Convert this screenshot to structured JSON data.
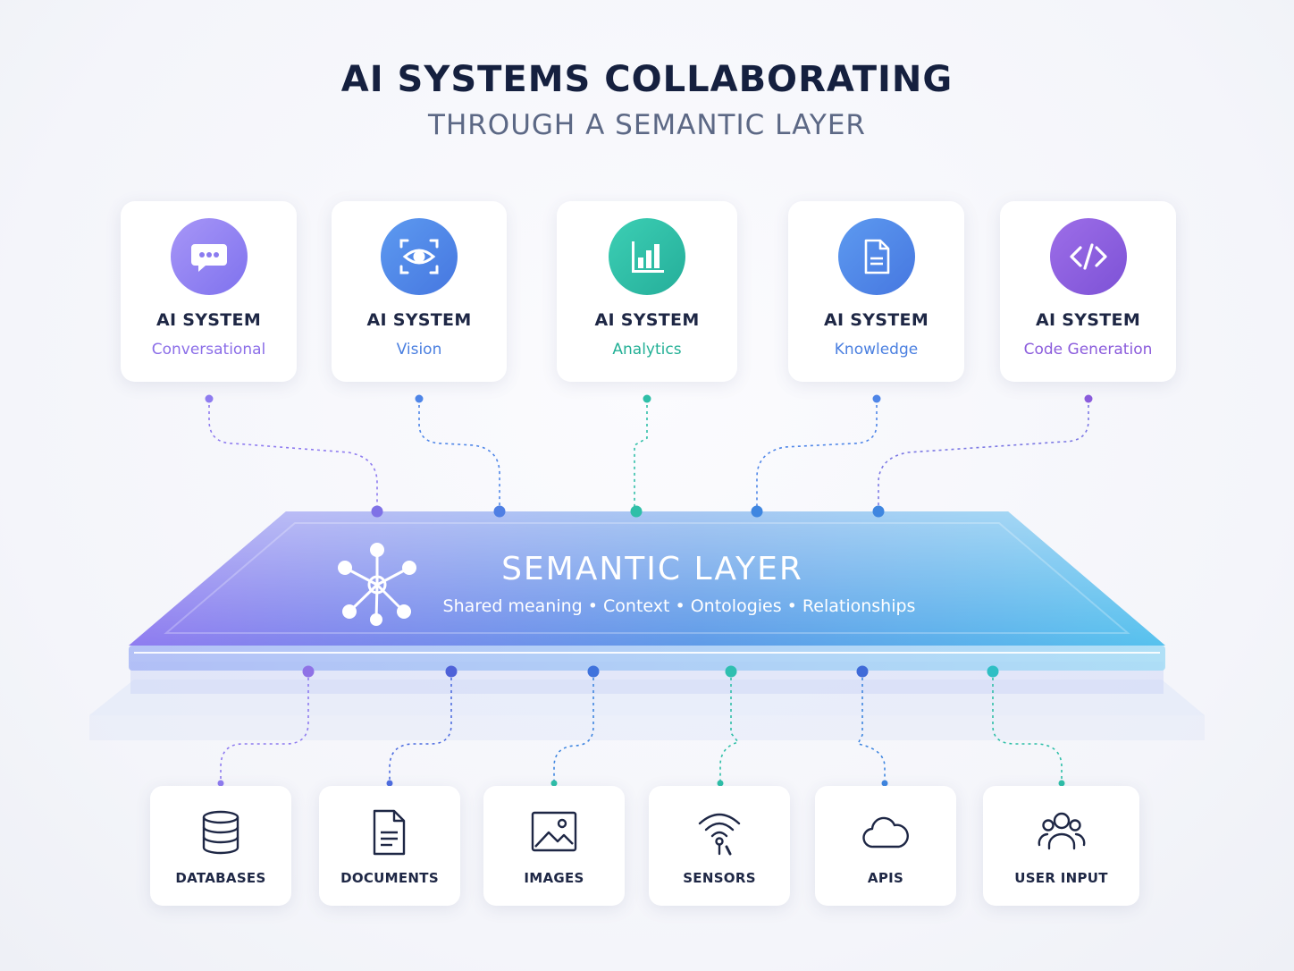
{
  "header": {
    "title": "AI SYSTEMS COLLABORATING",
    "subtitle": "THROUGH A SEMANTIC LAYER"
  },
  "ai_systems": [
    {
      "title": "AI SYSTEM",
      "subtitle": "Conversational",
      "icon": "chat-bubble-icon",
      "color": "#8b7cf0"
    },
    {
      "title": "AI SYSTEM",
      "subtitle": "Vision",
      "icon": "eye-icon",
      "color": "#4f86e8"
    },
    {
      "title": "AI SYSTEM",
      "subtitle": "Analytics",
      "icon": "bar-chart-icon",
      "color": "#2fbfa8"
    },
    {
      "title": "AI SYSTEM",
      "subtitle": "Knowledge",
      "icon": "document-icon",
      "color": "#4f86e8"
    },
    {
      "title": "AI SYSTEM",
      "subtitle": "Code Generation",
      "icon": "code-icon",
      "color": "#8b5cdc"
    }
  ],
  "semantic_layer": {
    "title": "SEMANTIC LAYER",
    "subtitle": "Shared meaning • Context • Ontologies • Relationships",
    "icon": "network-nodes-icon"
  },
  "data_sources": [
    {
      "label": "DATABASES",
      "icon": "database-icon"
    },
    {
      "label": "DOCUMENTS",
      "icon": "document-icon"
    },
    {
      "label": "IMAGES",
      "icon": "image-icon"
    },
    {
      "label": "SENSORS",
      "icon": "sensor-signal-icon"
    },
    {
      "label": "APIS",
      "icon": "cloud-icon"
    },
    {
      "label": "USER INPUT",
      "icon": "users-icon"
    }
  ],
  "colors": {
    "layer_left": "#8f7cf0",
    "layer_right": "#57c2ee",
    "title": "#15203f",
    "subtitle": "#5c6885"
  }
}
